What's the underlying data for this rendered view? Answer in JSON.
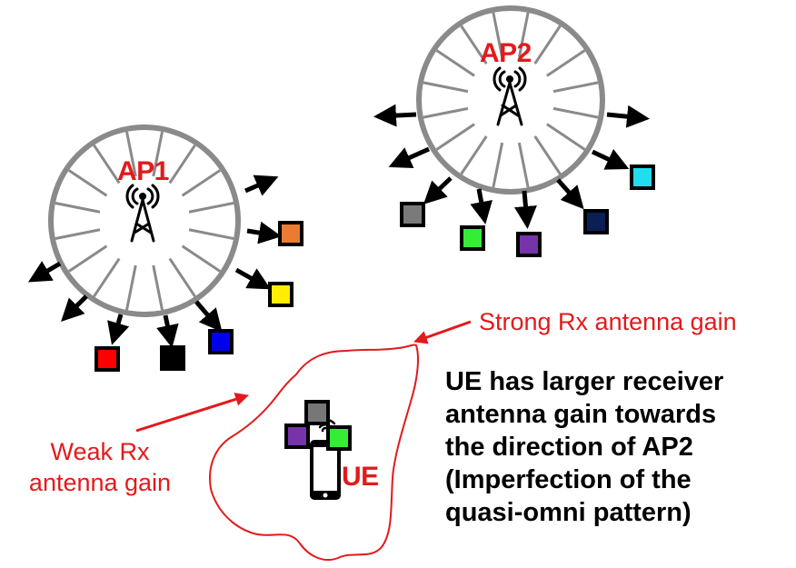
{
  "aps": [
    {
      "label": "AP1"
    },
    {
      "label": "AP2"
    }
  ],
  "ue": {
    "label": "UE"
  },
  "annotations": {
    "strong": "Strong Rx antenna gain",
    "weak": [
      "Weak Rx",
      "antenna gain"
    ]
  },
  "description": [
    "UE has larger receiver",
    "antenna gain towards",
    "the direction of AP2",
    "(Imperfection of the",
    "quasi-omni pattern)"
  ],
  "colors": {
    "label_red": "#e31a1c",
    "wheel_gray": "#8a8a8a",
    "arrow_black": "#000000",
    "ap1_beams": [
      "#ff0000",
      "#000000",
      "#0000ee",
      "#ffee00",
      "#e97b33"
    ],
    "ap2_beams": [
      "#7a7a7a",
      "#33ee33",
      "#7733aa",
      "#0a1f55",
      "#22ddee"
    ],
    "ue_beams": [
      "#777777",
      "#7733aa",
      "#33ee33"
    ]
  }
}
